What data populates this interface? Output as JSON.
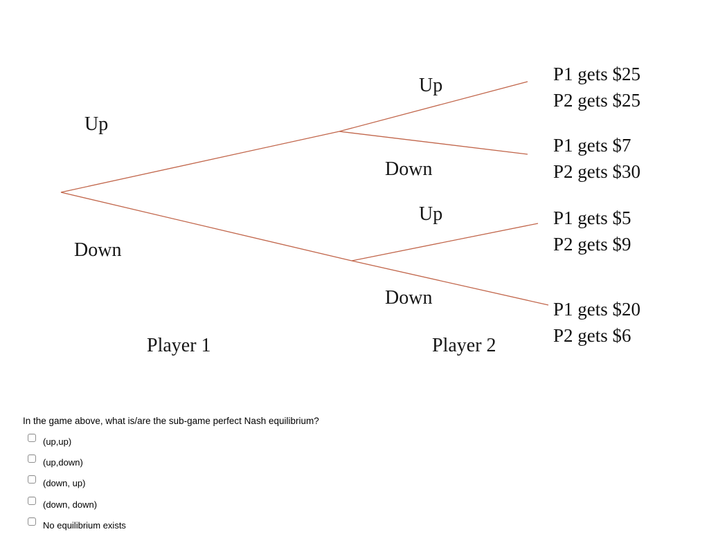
{
  "colors": {
    "tree_line": "#c1654a",
    "tree_text": "#161616"
  },
  "tree": {
    "player_labels": {
      "player1": "Player 1",
      "player2": "Player 2"
    },
    "branch_labels": {
      "p1_up": "Up",
      "p1_down": "Down",
      "p2_upper_up": "Up",
      "p2_upper_down": "Down",
      "p2_lower_up": "Up",
      "p2_lower_down": "Down"
    },
    "payoffs": [
      {
        "p1": "P1 gets $25",
        "p2": "P2 gets $25"
      },
      {
        "p1": "P1 gets $7",
        "p2": "P2 gets $30"
      },
      {
        "p1": "P1 gets $5",
        "p2": "P2 gets $9"
      },
      {
        "p1": "P1 gets $20",
        "p2": "P2 gets $6"
      }
    ]
  },
  "question": {
    "text": "In the game above, what is/are the sub-game perfect Nash equilibrium?",
    "options": [
      {
        "label": "(up,up)",
        "checked": false
      },
      {
        "label": "(up,down)",
        "checked": false
      },
      {
        "label": "(down, up)",
        "checked": false
      },
      {
        "label": "(down, down)",
        "checked": false
      },
      {
        "label": "No equilibrium exists",
        "checked": false
      }
    ]
  }
}
